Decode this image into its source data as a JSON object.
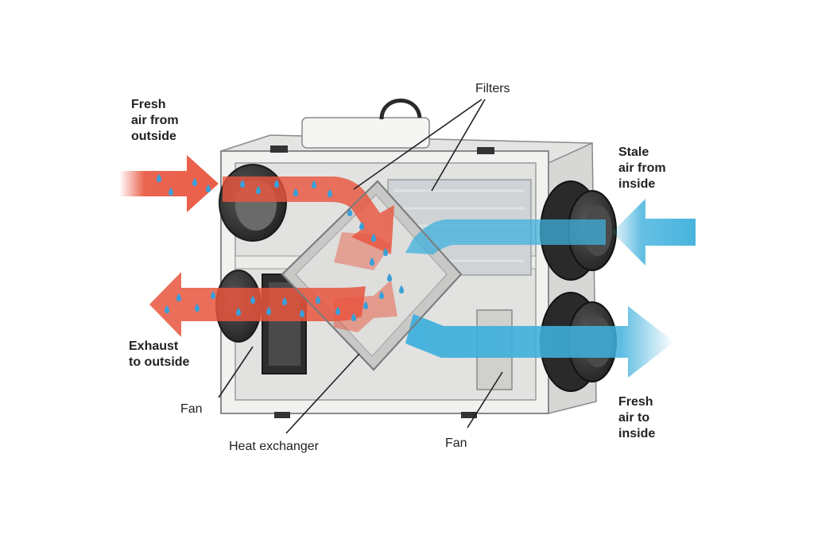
{
  "labels": {
    "fresh_in": [
      "Fresh",
      "air from",
      "outside"
    ],
    "exhaust_out": [
      "Exhaust",
      "to outside"
    ],
    "stale_in": [
      "Stale",
      "air from",
      "inside"
    ],
    "fresh_out": [
      "Fresh",
      "air to",
      "inside"
    ],
    "filters": "Filters",
    "fan_left": "Fan",
    "fan_right": "Fan",
    "heat_exchanger": "Heat exchanger"
  },
  "colors": {
    "warm_air": "#e8553e",
    "cool_air": "#3fb0dc",
    "droplet": "#3a9fd8",
    "housing": "#f1f1ef",
    "duct": "#3a3a3a"
  }
}
